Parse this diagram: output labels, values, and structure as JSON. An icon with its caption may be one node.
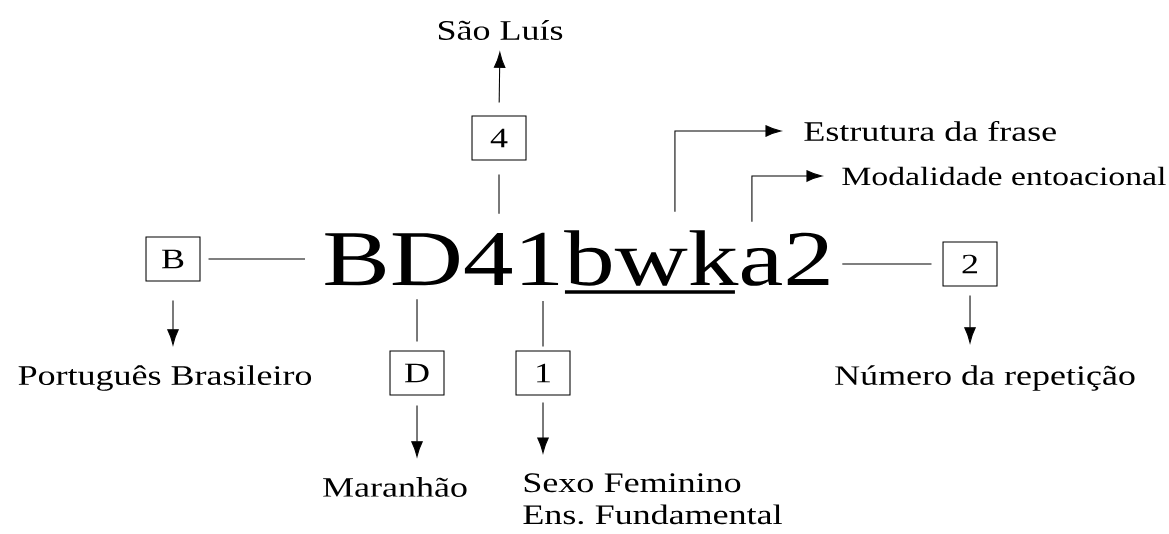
{
  "diagram": {
    "nodes": [
      {
        "text": [
          "São Luís"
        ]
      },
      {
        "text": [
          "4"
        ]
      },
      {
        "text": [
          "Estrutura da frase"
        ]
      },
      {
        "text": [
          "Modalidade entoacional"
        ]
      },
      {
        "text": [
          "B"
        ]
      },
      {
        "text": [
          "BD41bwka2"
        ]
      },
      {
        "text": [
          "2"
        ]
      },
      {
        "text": [
          "Português Brasileiro"
        ]
      },
      {
        "text": [
          "D"
        ]
      },
      {
        "text": [
          "1"
        ]
      },
      {
        "text": [
          "Número da repetição"
        ]
      },
      {
        "text": [
          "Maranhão"
        ]
      },
      {
        "text": [
          "Sexo Feminino Ens. Fundamental"
        ]
      }
    ],
    "edges": [
      {
        "from": 5,
        "to": 1,
        "arrow": "none"
      },
      {
        "from": 1,
        "to": 0,
        "arrow": "to"
      },
      {
        "from": 5,
        "to": 2,
        "arrow": "to"
      },
      {
        "from": 5,
        "to": 3,
        "arrow": "to"
      },
      {
        "from": 5,
        "to": 4,
        "arrow": "none"
      },
      {
        "from": 5,
        "to": 6,
        "arrow": "none"
      },
      {
        "from": 4,
        "to": 7,
        "arrow": "to"
      },
      {
        "from": 5,
        "to": 8,
        "arrow": "none"
      },
      {
        "from": 5,
        "to": 9,
        "arrow": "none"
      },
      {
        "from": 8,
        "to": 11,
        "arrow": "to"
      },
      {
        "from": 9,
        "to": 12,
        "arrow": "to"
      },
      {
        "from": 6,
        "to": 10,
        "arrow": "to"
      }
    ]
  }
}
